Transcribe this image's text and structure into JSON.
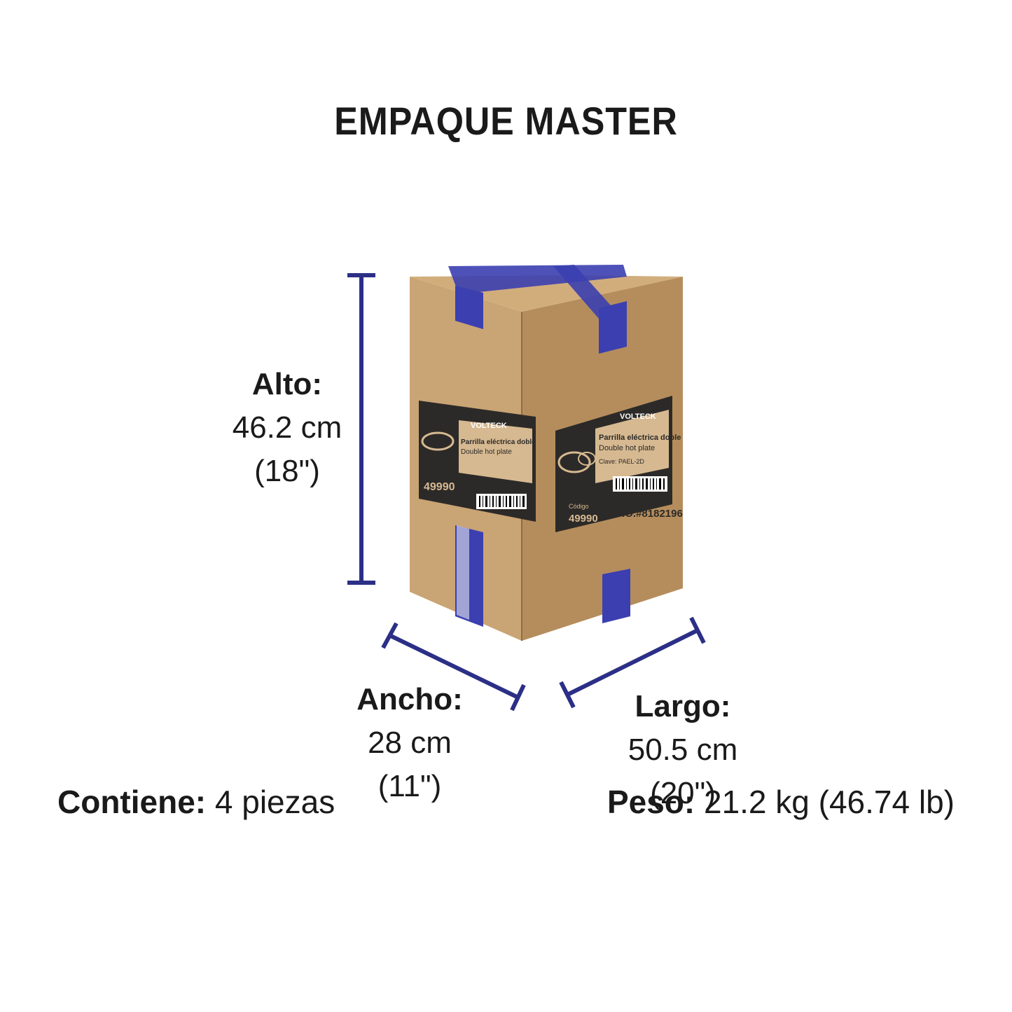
{
  "title": "EMPAQUE MASTER",
  "dimensions": {
    "alto": {
      "label": "Alto:",
      "value": "46.2 cm",
      "imperial": "(18\")"
    },
    "ancho": {
      "label": "Ancho:",
      "value": "28 cm",
      "imperial": "(11\")"
    },
    "largo": {
      "label": "Largo:",
      "value": "50.5 cm",
      "imperial": "(20\")"
    }
  },
  "footer": {
    "contiene_label": "Contiene:",
    "contiene_value": " 4 piezas",
    "peso_label": "Peso:",
    "peso_value": " 21.2 kg (46.74 lb)"
  },
  "box": {
    "brand": "VOLTECK",
    "product_es": "Parrilla eléctrica doble",
    "product_en": "Double hot plate",
    "clave": "Clave: PAEL-2D",
    "codigo_label": "Código",
    "codigo": "49990",
    "po": "P.O.#8182196"
  },
  "colors": {
    "accent": "#2b2f86",
    "cardboard": "#c8a372",
    "cardboard_dark": "#b08a58",
    "tape": "#3b3fb0"
  }
}
